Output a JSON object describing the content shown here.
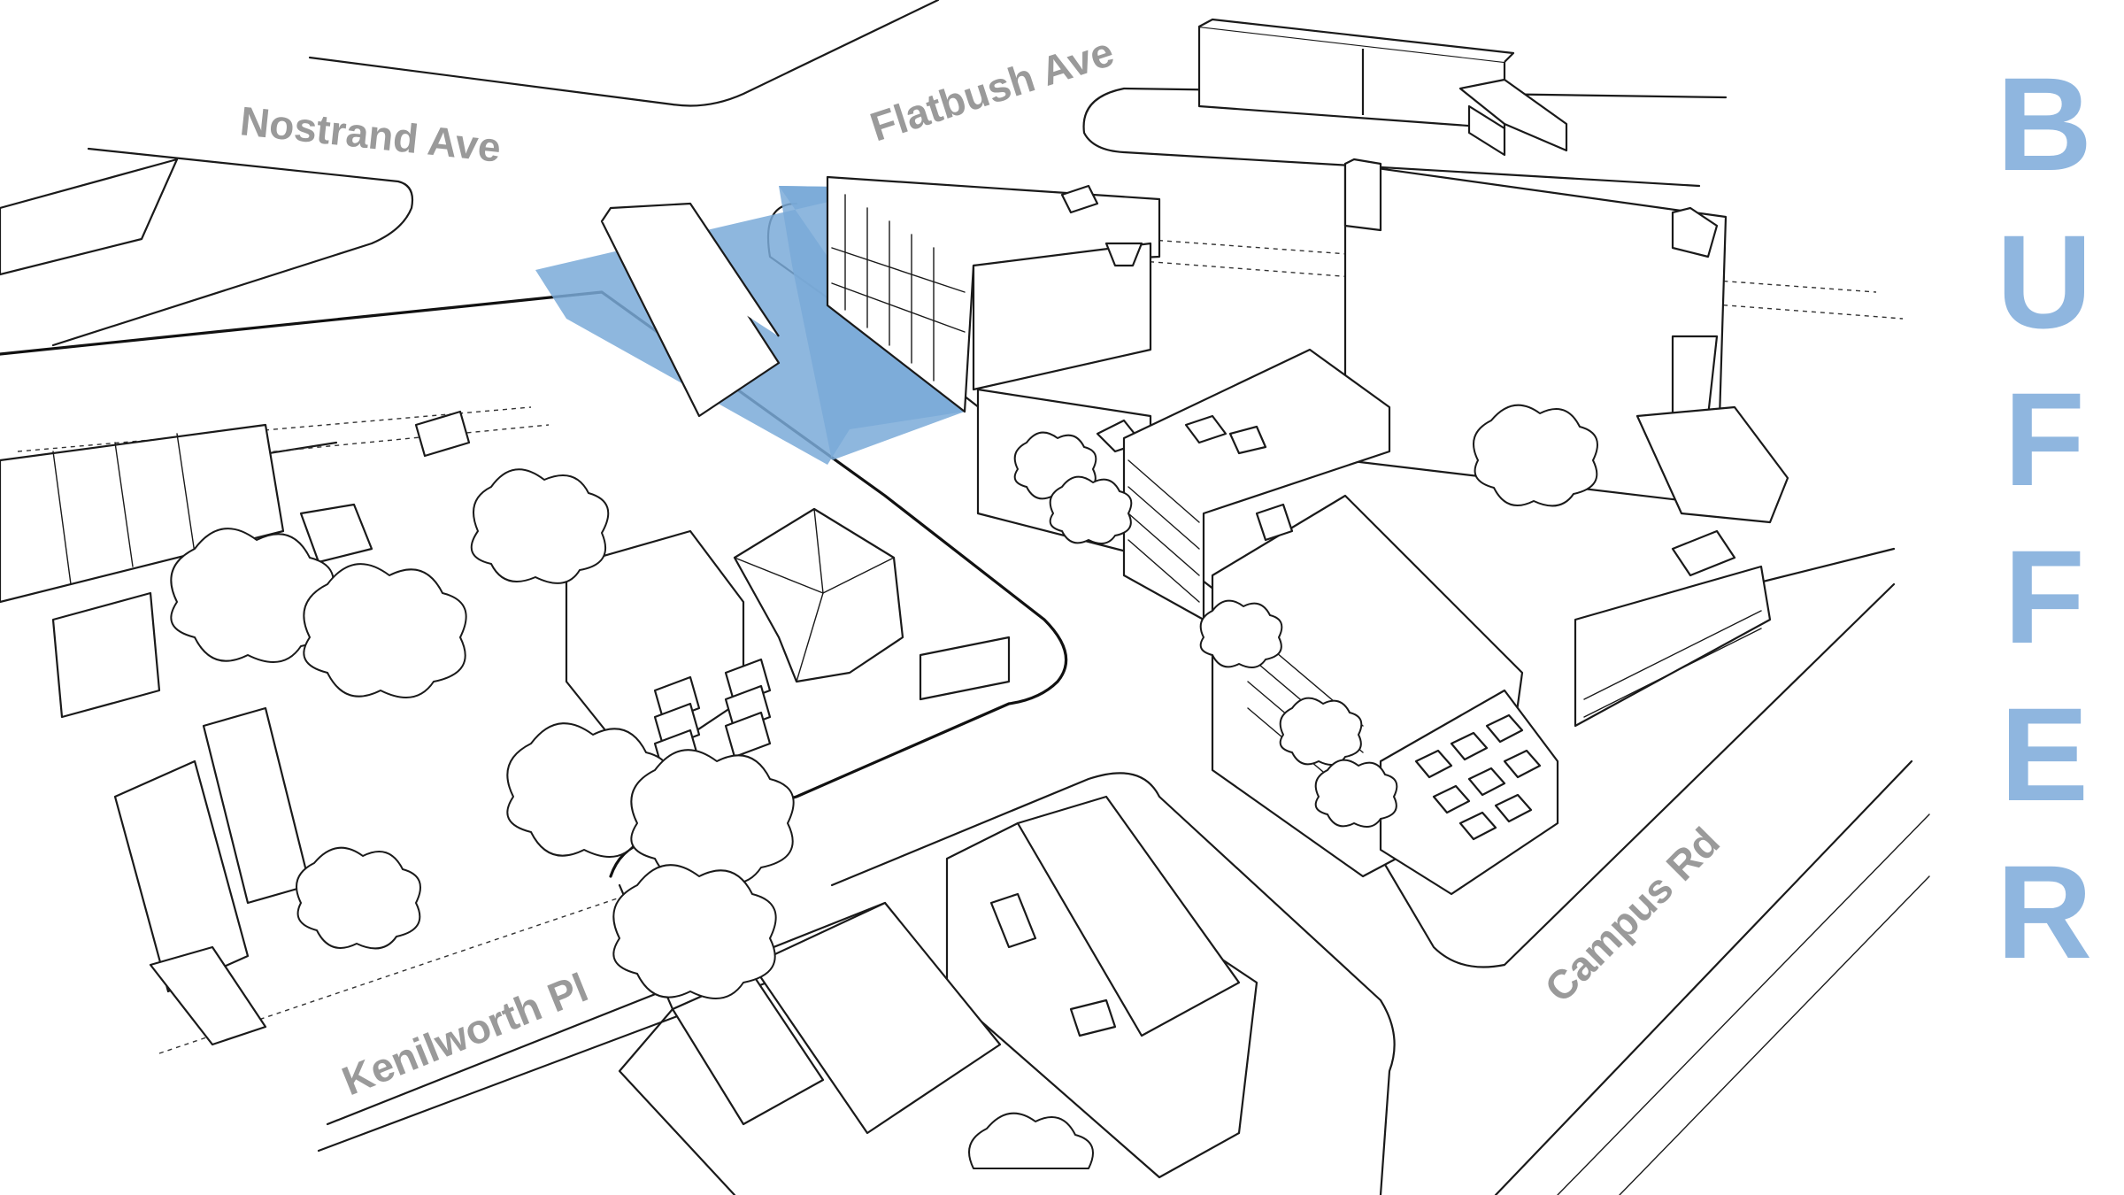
{
  "title_letters": [
    "B",
    "U",
    "F",
    "F",
    "E",
    "R"
  ],
  "streets": {
    "nostrand": "Nostrand Ave",
    "flatbush": "Flatbush Ave",
    "kenilworth": "Kenilworth Pl",
    "campus": "Campus Rd"
  },
  "colors": {
    "buffer_zone": "#7aaad8",
    "title": "#8fb6df",
    "street_label": "#9a9a9a",
    "linework": "#1a1a1a"
  }
}
